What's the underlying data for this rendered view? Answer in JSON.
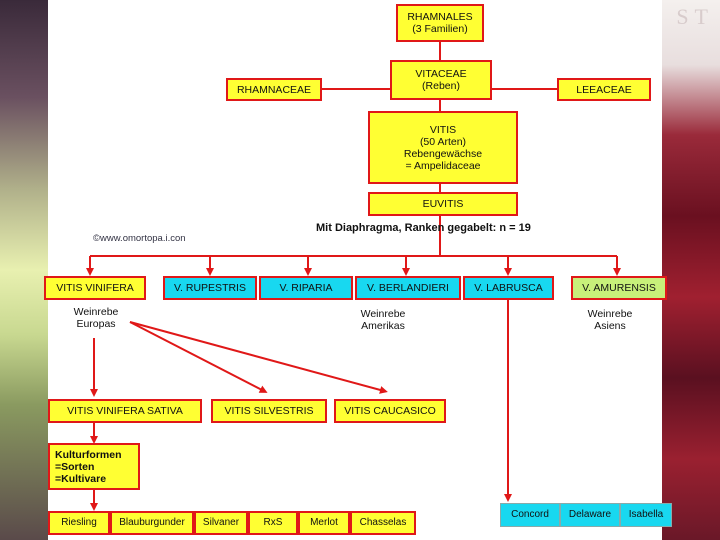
{
  "brand": "ST",
  "watermark": "©www.omortopa.i.con",
  "nodes": {
    "rhamnales": "RHAMNALES\n(3 Familien)",
    "vitaceae": "VITACEAE\n(Reben)",
    "rhamnaceae": "RHAMNACEAE",
    "leeaceae": "LEEACEAE",
    "vitis": "VITIS\n(50 Arten)\nRebengewächse\n= Ampelidaceae",
    "euvitis": "EUVITIS",
    "euvitis_note": "Mit Diaphragma, Ranken gegabelt: n = 19",
    "species": [
      "VITIS VINIFERA",
      "V. RUPESTRIS",
      "V. RIPARIA",
      "V. BERLANDIERI",
      "V. LABRUSCA",
      "V. AMURENSIS"
    ],
    "weinrebe_europas": "Weinrebe\nEuropas",
    "weinrebe_amerikas": "Weinrebe\nAmerikas",
    "weinrebe_asiens": "Weinrebe\nAsiens",
    "subspecies": [
      "VITIS VINIFERA SATIVA",
      "VITIS SILVESTRIS",
      "VITIS CAUCASICO"
    ],
    "kulturformen": "Kulturformen\n=Sorten\n=Kultivare",
    "sorten": [
      "Riesling",
      "Blauburgunder",
      "Silvaner",
      "RxS",
      "Merlot",
      "Chasselas"
    ],
    "amerikas_sorten": [
      "Concord",
      "Delaware",
      "Isabella"
    ]
  },
  "colors": {
    "line": "#e01818",
    "yellow": "#ffff33",
    "cyan": "#18d8f0",
    "green": "#c8f07a"
  }
}
